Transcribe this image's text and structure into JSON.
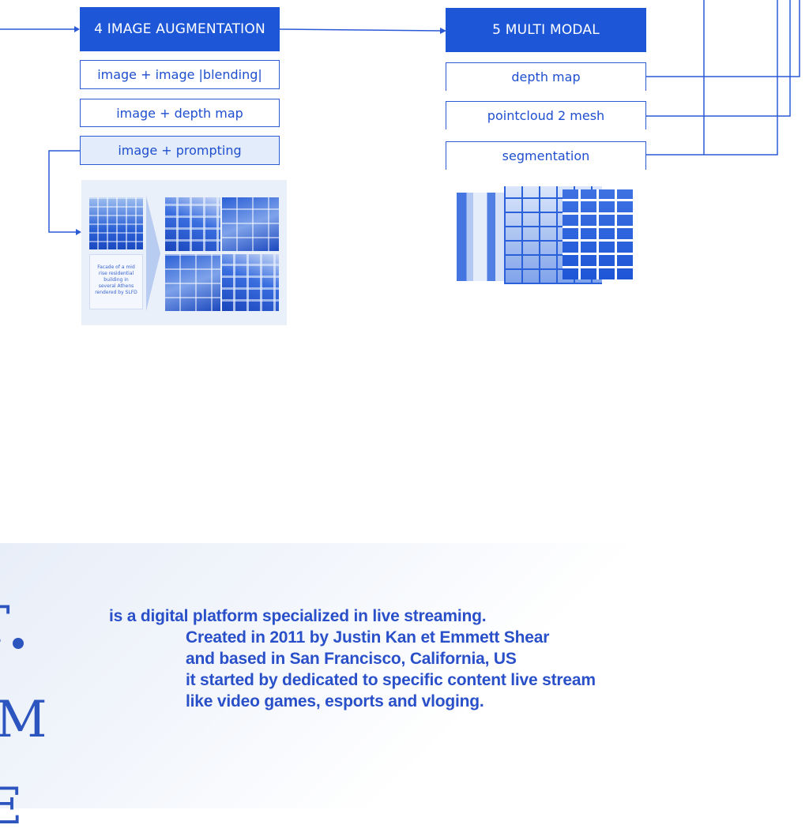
{
  "augmentation": {
    "header": "4 IMAGE AUGMENTATION",
    "items": [
      "image + image |blending|",
      "image + depth map",
      "image + prompting"
    ],
    "prompt_caption": "Facade of a mid rise residential building in several Athens rendered by SLFD"
  },
  "multimodal": {
    "header": "5 MULTI MODAL",
    "items": [
      "depth map",
      "pointcloud 2 mesh",
      "segmentation"
    ]
  },
  "logo_letters": [
    "T",
    "M",
    "E"
  ],
  "description": {
    "first_line": "is a digital platform specialized in live streaming.",
    "lines": [
      "Created in 2011 by Justin Kan et Emmett Shear",
      "and based in San Francisco, California, US",
      "it started by dedicated to specific content live stream",
      "like video games, esports and vloging."
    ]
  },
  "colors": {
    "accent": "#1d57d8",
    "text": "#2a50c9",
    "panel": "#eaf0fa"
  }
}
